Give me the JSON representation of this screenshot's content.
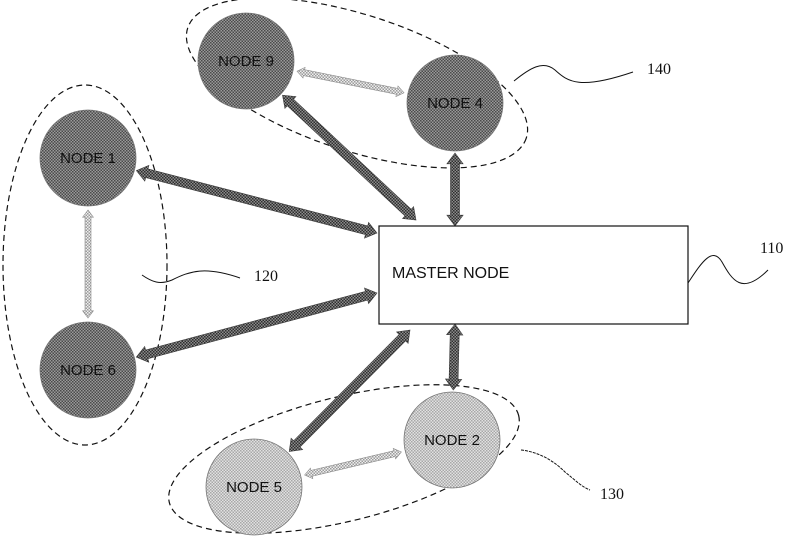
{
  "diagram": {
    "master": {
      "id": "master",
      "label": "MASTER NODE",
      "ref": "110"
    },
    "groups": [
      {
        "id": "group-120",
        "ref": "120",
        "members": [
          "node1",
          "node6"
        ],
        "shade": "dark"
      },
      {
        "id": "group-130",
        "ref": "130",
        "members": [
          "node2",
          "node5"
        ],
        "shade": "light"
      },
      {
        "id": "group-140",
        "ref": "140",
        "members": [
          "node9",
          "node4"
        ],
        "shade": "dark"
      }
    ],
    "nodes": [
      {
        "id": "node1",
        "label": "NODE 1",
        "group": "120"
      },
      {
        "id": "node6",
        "label": "NODE 6",
        "group": "120"
      },
      {
        "id": "node9",
        "label": "NODE 9",
        "group": "140"
      },
      {
        "id": "node4",
        "label": "NODE 4",
        "group": "140"
      },
      {
        "id": "node2",
        "label": "NODE 2",
        "group": "130"
      },
      {
        "id": "node5",
        "label": "NODE 5",
        "group": "130"
      }
    ],
    "links": [
      {
        "from": "master",
        "to": "node1",
        "type": "bidirectional",
        "style": "dark"
      },
      {
        "from": "master",
        "to": "node6",
        "type": "bidirectional",
        "style": "dark"
      },
      {
        "from": "master",
        "to": "node9",
        "type": "bidirectional",
        "style": "dark"
      },
      {
        "from": "master",
        "to": "node4",
        "type": "bidirectional",
        "style": "dark"
      },
      {
        "from": "master",
        "to": "node2",
        "type": "bidirectional",
        "style": "dark"
      },
      {
        "from": "master",
        "to": "node5",
        "type": "bidirectional",
        "style": "dark"
      },
      {
        "from": "node1",
        "to": "node6",
        "type": "bidirectional",
        "style": "light"
      },
      {
        "from": "node9",
        "to": "node4",
        "type": "bidirectional",
        "style": "light"
      },
      {
        "from": "node5",
        "to": "node2",
        "type": "bidirectional",
        "style": "light"
      }
    ],
    "colors": {
      "dark_node": "#8a8a8a",
      "light_node": "#cfcfcf",
      "dark_link": "#6b6b6b",
      "light_link": "#bdbdbd",
      "outline": "#111111"
    }
  }
}
